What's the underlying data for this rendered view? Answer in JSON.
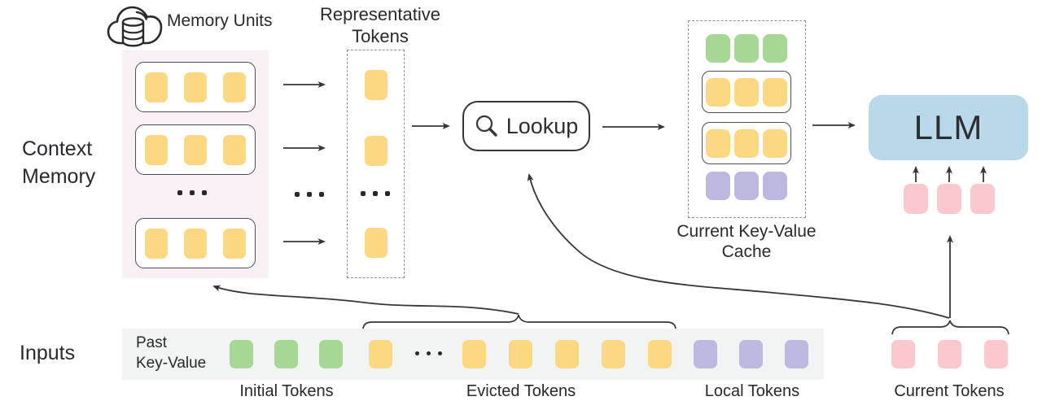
{
  "diagram": {
    "context_memory": {
      "line1": "Context",
      "line2": "Memory"
    },
    "memory_units": {
      "label": "Memory Units",
      "icon": "cloud-database-icon",
      "unit_rows": 3,
      "tokens_per_unit": 3
    },
    "representative_tokens": {
      "line1": "Representative",
      "line2": "Tokens",
      "token_count": 3
    },
    "lookup": {
      "label": "Lookup",
      "icon": "search-icon"
    },
    "kv_cache": {
      "line1": "Current Key-Value",
      "line2": "Cache"
    },
    "llm": {
      "label": "LLM",
      "current_token_count": 3
    },
    "inputs": {
      "label": "Inputs",
      "past_kv_line1": "Past",
      "past_kv_line2": "Key-Value",
      "groups": {
        "initial": {
          "label": "Initial Tokens",
          "count": 3,
          "color": "#a6d795"
        },
        "evicted": {
          "label": "Evicted Tokens",
          "count": 6,
          "color": "#fbd881"
        },
        "local": {
          "label": "Local Tokens",
          "count": 3,
          "color": "#bcb8df"
        },
        "current": {
          "label": "Current Tokens",
          "count": 3,
          "color": "#fac8cd"
        }
      }
    },
    "colors": {
      "memory_bg": "#f9eff7",
      "strip_bg": "#f2f4f3",
      "llm_bg": "#b9d9ea",
      "yellow_token": "#fbd881",
      "green_token": "#a6d795",
      "purple_token": "#bcb8df",
      "pink_token": "#fac8cd",
      "line": "#33363b"
    },
    "icons": {
      "ellipsis": "…"
    }
  }
}
